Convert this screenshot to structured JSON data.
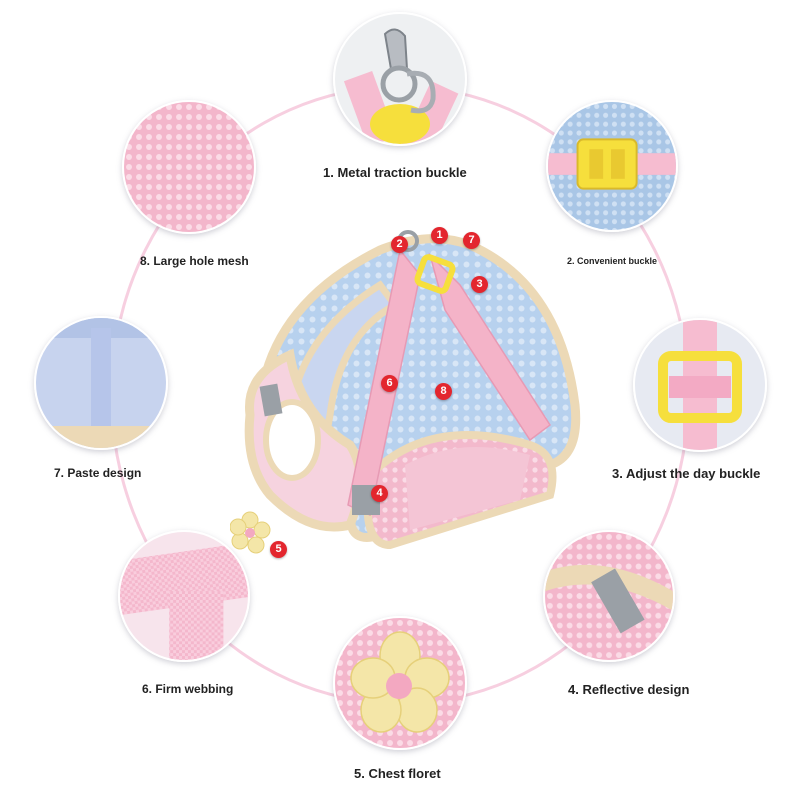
{
  "captions": {
    "c1": "1. Metal traction buckle",
    "c2": "2. Convenient buckle",
    "c3": "3. Adjust the day buckle",
    "c4": "4. Reflective design",
    "c5": "5. Chest floret",
    "c6": "6. Firm webbing",
    "c7": "7. Paste design",
    "c8": "8. Large hole mesh"
  },
  "markers": [
    "1",
    "2",
    "3",
    "4",
    "5",
    "6",
    "7",
    "8"
  ],
  "colors": {
    "ring": "#f7cfe0",
    "marker": "#e3262e",
    "mesh_blue": "#b9d3ee",
    "mesh_pink": "#f6bcd0",
    "trim_beige": "#ecd9b6",
    "buckle_yellow": "#f6df3c",
    "reflective_gray": "#9aa0a6"
  }
}
